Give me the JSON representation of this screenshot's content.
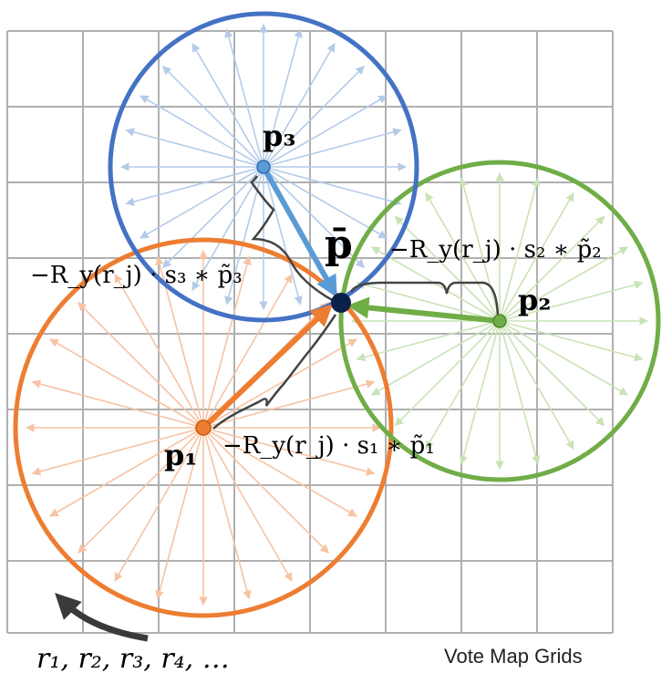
{
  "colors": {
    "grid": "#b0b0b0",
    "p1": "#ed7d31",
    "p1_light": "#f7c3a3",
    "p2": "#70ad47",
    "p2_light": "#c9e3b7",
    "p3": "#4472c4",
    "p3_light": "#b4cbe8",
    "arrow_p3": "#5b9bd5",
    "center": "#0b1f4b",
    "bracket": "#444444",
    "curved_arrow": "#3a3a3a"
  },
  "labels": {
    "p_bar": "p̄",
    "p1": "p₁",
    "p2": "p₂",
    "p3": "p₃",
    "formula1": "−R_y(r_j) · s₁ ∗ p̃₁",
    "formula2": "−R_y(r_j) · s₂ ∗ p̃₂",
    "formula3": "−R_y(r_j) · s₃ ∗ p̃₃",
    "rotation_sequence": "r₁, r₂, r₃, r₄, …",
    "vote_map": "Vote Map Grids"
  },
  "rays_per_circle": 24
}
